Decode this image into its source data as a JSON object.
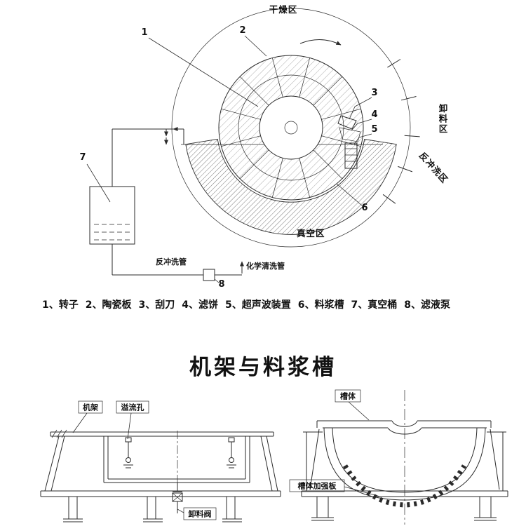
{
  "colors": {
    "line": "#2a2a2a",
    "hatch": "#666666"
  },
  "diagram": {
    "zones": {
      "drying": "干燥区",
      "discharge": "卸料区",
      "backwash": "反冲洗区",
      "vacuum": "真空区"
    },
    "callouts": {
      "1": "1",
      "2": "2",
      "3": "3",
      "4": "4",
      "5": "5",
      "6": "6",
      "7": "7",
      "8": "8"
    },
    "pipes": {
      "backwash_pipe": "反冲洗管",
      "chemical_pipe": "化学清洗管"
    },
    "legend_items": [
      "1、转子",
      "2、陶瓷板",
      "3、刮刀",
      "4、滤饼",
      "5、超声波装置",
      "6、料浆槽",
      "7、真空桶",
      "8、滤液泵"
    ]
  },
  "section": {
    "title": "机架与料浆槽"
  },
  "frame_view": {
    "frame": "机架",
    "overflow": "溢流孔",
    "valve": "卸料阀"
  },
  "tank_view": {
    "tank": "槽体",
    "reinforce": "槽体加强板"
  }
}
